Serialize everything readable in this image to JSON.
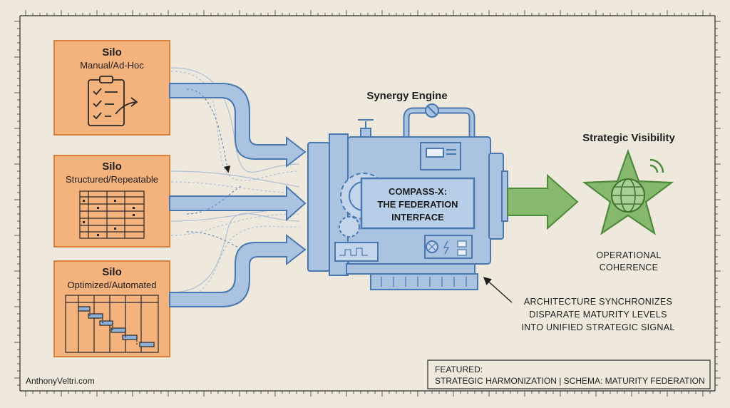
{
  "silos": [
    {
      "title": "Silo",
      "subtitle": "Manual/Ad-Hoc",
      "icon": "clipboard-checklist-icon"
    },
    {
      "title": "Silo",
      "subtitle": "Structured/Repeatable",
      "icon": "spreadsheet-table-icon"
    },
    {
      "title": "Silo",
      "subtitle": "Optimized/Automated",
      "icon": "gantt-chart-icon"
    }
  ],
  "engine": {
    "title": "Synergy Engine",
    "label_lines": [
      "COMPASS-X:",
      "THE FEDERATION",
      "INTERFACE"
    ]
  },
  "output": {
    "title": "Strategic Visibility",
    "caption_lines": [
      "OPERATIONAL",
      "COHERENCE"
    ],
    "icon": "star-globe-icon"
  },
  "annotation": {
    "lines": [
      "ARCHITECTURE SYNCHRONIZES",
      "DISPARATE MATURITY LEVELS",
      "INTO UNIFIED STRATEGIC SIGNAL"
    ]
  },
  "footer": {
    "site": "AnthonyVeltri.com",
    "featured_label": "FEATURED:",
    "featured_text": "STRATEGIC HARMONIZATION | SCHEMA: MATURITY FEDERATION"
  },
  "colors": {
    "silo_fill": "#f4b27c",
    "silo_stroke": "#d9823d",
    "blue_fill": "#a9c3e1",
    "blue_stroke": "#4a78b0",
    "green_fill": "#86b86e",
    "green_stroke": "#4e8a3c",
    "paper": "#efe9dd",
    "ink": "#1e1e1e"
  }
}
